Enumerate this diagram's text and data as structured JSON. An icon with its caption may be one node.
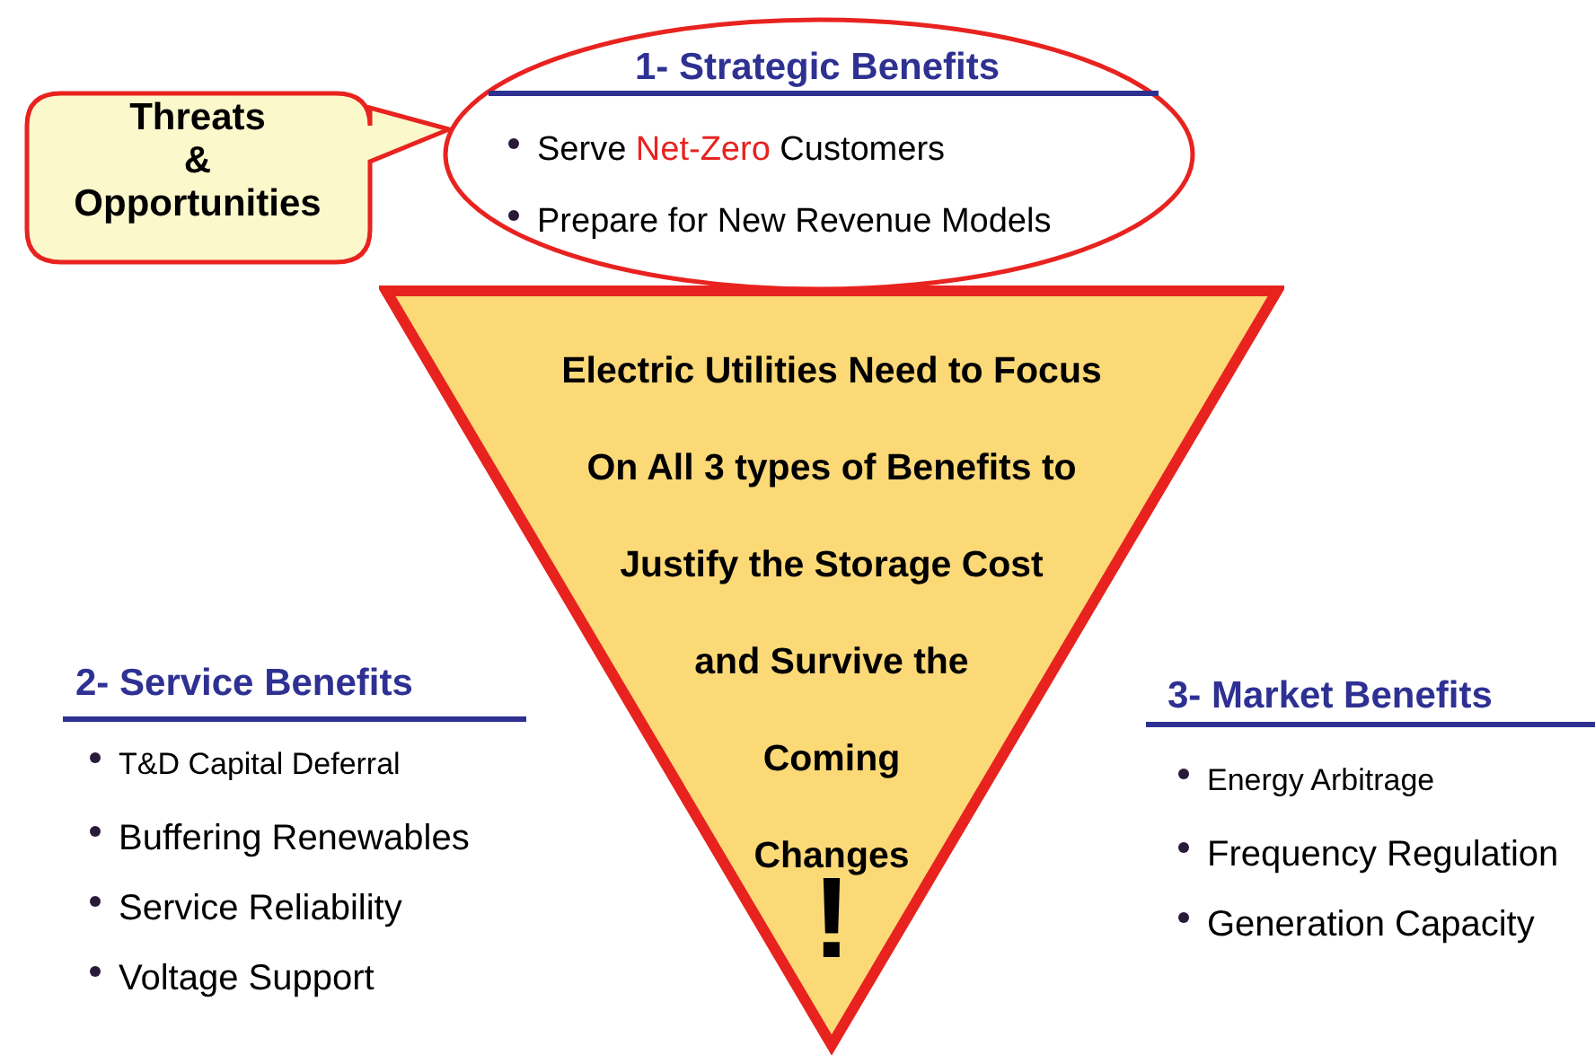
{
  "diagram": {
    "nodes": [
      {
        "text": [
          "Threats & Opportunities"
        ]
      },
      {
        "text": [
          "1- Strategic Benefits",
          "Serve **Net-Zero** Customers",
          "Prepare for New Revenue Models"
        ]
      },
      {
        "text": [
          "Electric Utilities Need to Focus On All 3 types of Benefits to Justify the Storage Cost and Survive the Coming Changes",
          "!"
        ]
      }
    ],
    "labels": [
      "2- Service Benefits",
      "T&D Capital Deferral",
      "Buffering Renewables",
      "Service Reliability",
      "Voltage Support",
      "3- Market Benefits",
      "Energy Arbitrage",
      "Frequency Regulation",
      "Generation Capacity"
    ]
  }
}
